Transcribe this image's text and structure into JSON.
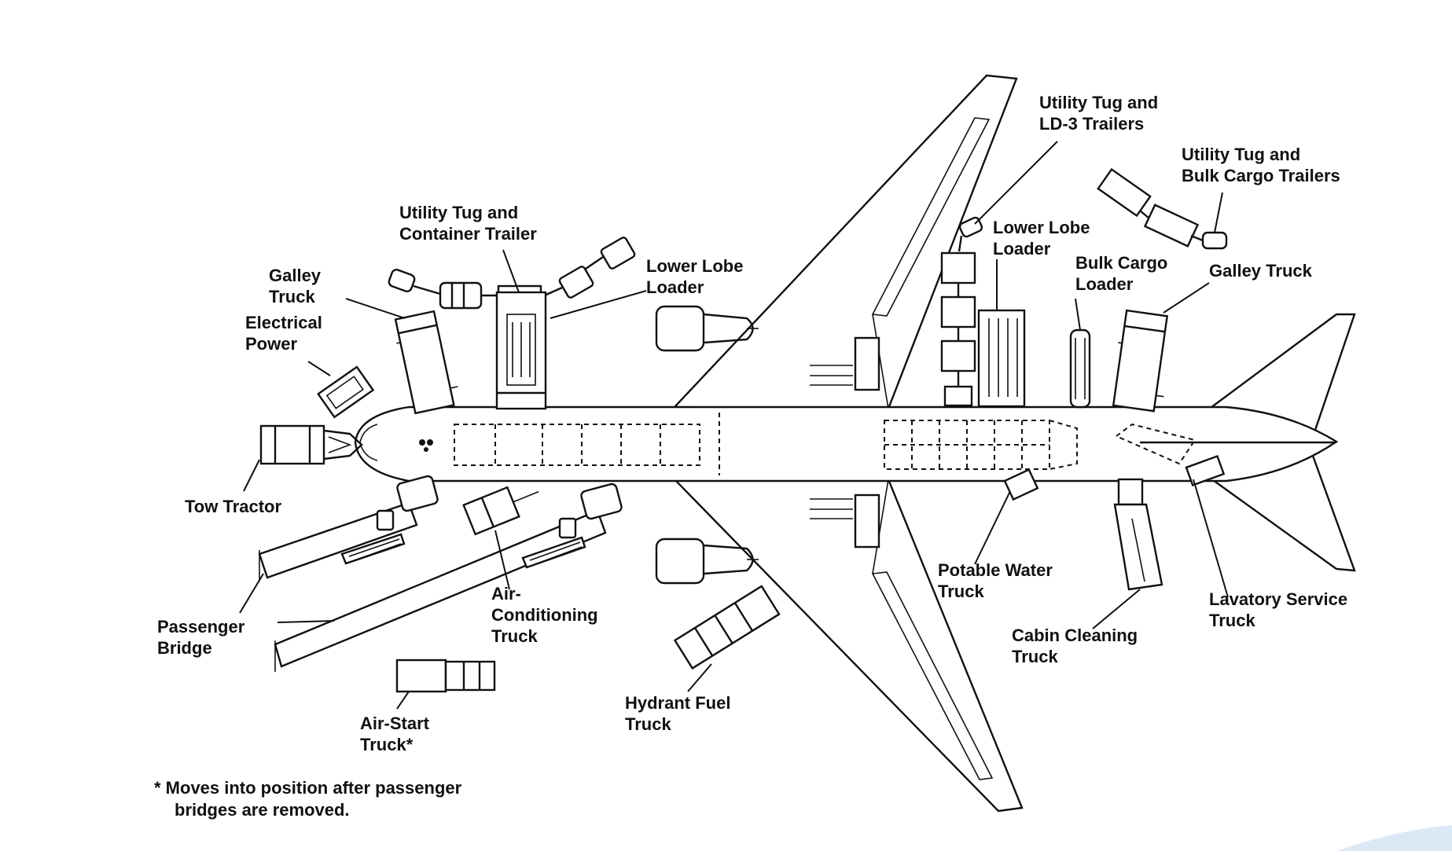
{
  "diagram": {
    "labels": {
      "tow_tractor": [
        "Tow Tractor"
      ],
      "galley_truck_fwd": [
        "Galley",
        "Truck"
      ],
      "electrical_power": [
        "Electrical",
        "Power"
      ],
      "utility_tug_container": [
        "Utility Tug and",
        "Container Trailer"
      ],
      "lower_lobe_loader_fwd": [
        "Lower Lobe",
        "Loader"
      ],
      "passenger_bridge": [
        "Passenger",
        "Bridge"
      ],
      "air_conditioning_truck": [
        "Air-",
        "Conditioning",
        "Truck"
      ],
      "air_start_truck": [
        "Air-Start",
        "Truck*"
      ],
      "hydrant_fuel_truck": [
        "Hydrant Fuel",
        "Truck"
      ],
      "utility_tug_ld3": [
        "Utility Tug and",
        "LD-3 Trailers"
      ],
      "utility_tug_bulk": [
        "Utility Tug and",
        "Bulk Cargo Trailers"
      ],
      "lower_lobe_loader_aft": [
        "Lower Lobe",
        "Loader"
      ],
      "bulk_cargo_loader": [
        "Bulk Cargo",
        "Loader"
      ],
      "galley_truck_aft": [
        "Galley Truck"
      ],
      "potable_water_truck": [
        "Potable Water",
        "Truck"
      ],
      "cabin_cleaning_truck": [
        "Cabin Cleaning",
        "Truck"
      ],
      "lavatory_service_truck": [
        "Lavatory Service",
        "Truck"
      ]
    },
    "footnote": [
      "*  Moves into position after passenger",
      "bridges are removed."
    ]
  }
}
